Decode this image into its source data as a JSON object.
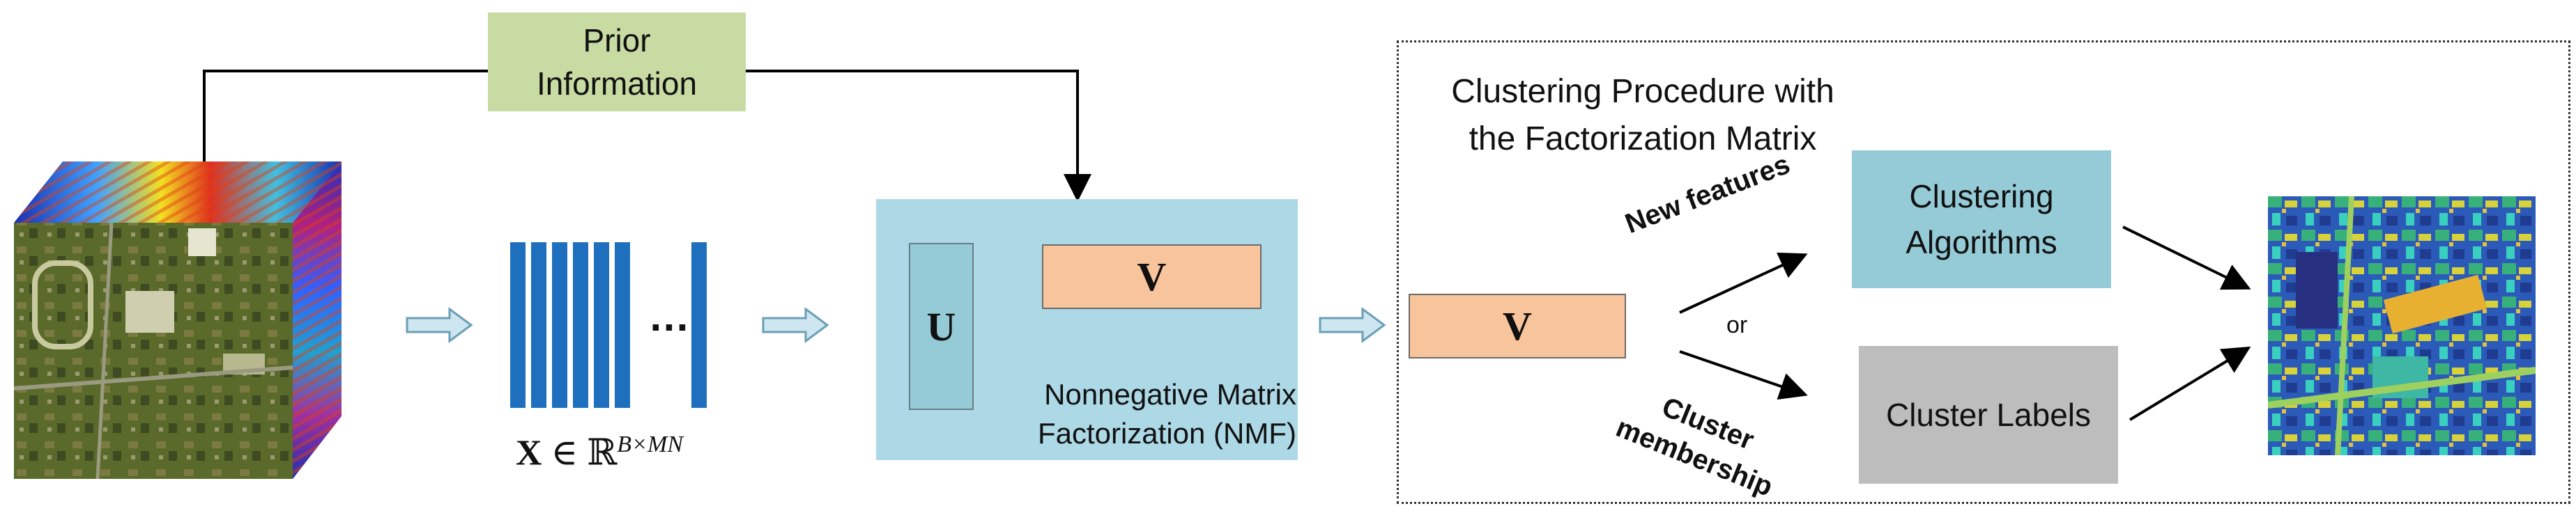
{
  "prior": {
    "line1": "Prior",
    "line2": "Information"
  },
  "data_matrix": {
    "symbol": "X",
    "relation": "∈",
    "field": "ℝ",
    "superscript": "B×MN",
    "ellipsis": "…"
  },
  "nmf": {
    "u_label": "U",
    "v_label": "V",
    "title_line1": "Nonnegative Matrix",
    "title_line2": "Factorization (NMF)"
  },
  "procedure": {
    "title_line1": "Clustering Procedure with",
    "title_line2": "the Factorization Matrix",
    "v_label": "V",
    "new_features": "New features",
    "or": "or",
    "membership_line1": "Cluster",
    "membership_line2": "membership",
    "algorithms_line1": "Clustering",
    "algorithms_line2": "Algorithms",
    "labels_box": "Cluster Labels"
  },
  "colors": {
    "prior_box": "#c8dba3",
    "nmf_panel": "#add8e6",
    "u_box": "#95cbd7",
    "v_box": "#f8c49b",
    "algorithms_box": "#95cbd7",
    "labels_box": "#bdbdbd",
    "column_bars": "#1e6fbe",
    "flow_arrow": "#cde6ef"
  }
}
